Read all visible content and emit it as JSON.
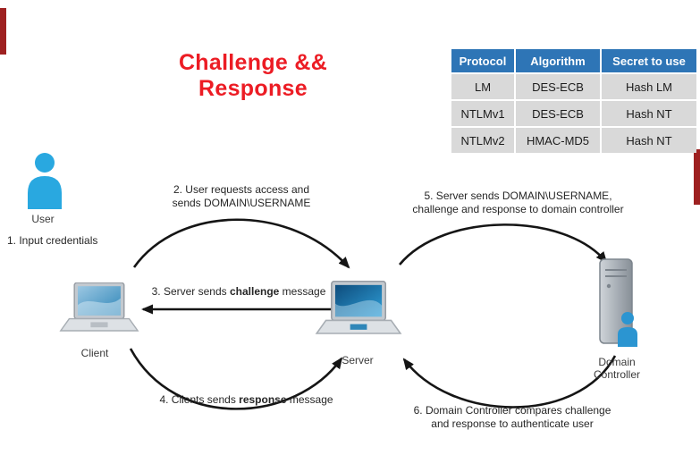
{
  "slide": {
    "title": "Challenge && Response"
  },
  "colors": {
    "title_red": "#ec1c24",
    "accent_bar_red": "#9e2121",
    "table_header_blue": "#2e75b6",
    "table_row_gray": "#d9d9d9",
    "person_blue": "#29a8e0",
    "arrow_black": "#151515"
  },
  "table": {
    "headers": [
      "Protocol",
      "Algorithm",
      "Secret to use"
    ],
    "rows": [
      [
        "LM",
        "DES-ECB",
        "Hash LM"
      ],
      [
        "NTLMv1",
        "DES-ECB",
        "Hash NT"
      ],
      [
        "NTLMv2",
        "HMAC-MD5",
        "Hash NT"
      ]
    ]
  },
  "nodes": {
    "user": "User",
    "client": "Client",
    "server": "Server",
    "dc_line1": "Domain",
    "dc_line2": "Controller"
  },
  "steps": {
    "step1": "1. Input credentials",
    "step2": {
      "line1": "2. User requests access and",
      "line2": "sends DOMAIN\\USERNAME"
    },
    "step3": {
      "prefix": "3. Server sends ",
      "bold": "challenge",
      "suffix": " message"
    },
    "step4": {
      "prefix": "4. Clients sends ",
      "bold": "response",
      "suffix": " message"
    },
    "step5": {
      "line1": "5. Server sends DOMAIN\\USERNAME,",
      "line2": "challenge and response to domain controller"
    },
    "step6": {
      "line1": "6. Domain Controller compares challenge",
      "line2": "and response to authenticate user"
    }
  }
}
